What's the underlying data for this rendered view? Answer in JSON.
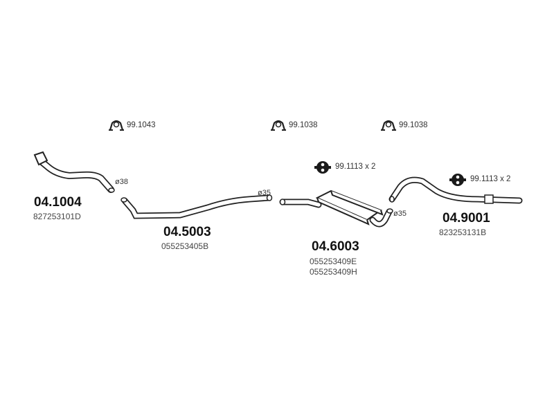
{
  "clamps": {
    "c1": {
      "code": "99.1043",
      "icon": "clamp-icon"
    },
    "c2": {
      "code": "99.1038",
      "icon": "clamp-icon"
    },
    "c3": {
      "code": "99.1038",
      "icon": "clamp-icon"
    }
  },
  "hangers": {
    "h1": {
      "code": "99.1113",
      "qty": "x 2",
      "icon": "rubber-hanger-icon"
    },
    "h2": {
      "code": "99.1113",
      "qty": "x 2",
      "icon": "rubber-hanger-icon"
    }
  },
  "parts": {
    "front_pipe": {
      "number": "04.1004",
      "oem": "827253101D",
      "diameter": "ø38"
    },
    "middle_pipe": {
      "number": "04.5003",
      "oem": "055253405B",
      "diameter": "ø35"
    },
    "muffler": {
      "number": "04.6003",
      "oem": [
        "055253409E",
        "055253409H"
      ],
      "diameter": "ø35"
    },
    "rear_pipe": {
      "number": "04.9001",
      "oem": "823253131B"
    }
  }
}
